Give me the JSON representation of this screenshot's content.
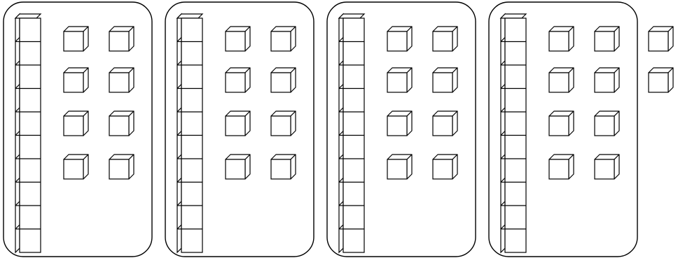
{
  "groups": [
    {
      "tens_rods": 1,
      "ones_cubes": 8
    },
    {
      "tens_rods": 1,
      "ones_cubes": 8
    },
    {
      "tens_rods": 1,
      "ones_cubes": 8
    },
    {
      "tens_rods": 1,
      "ones_cubes": 8
    }
  ],
  "extra_ones_outside": 2,
  "units_per_rod": 10,
  "colors": {
    "background": "#ffffff",
    "stroke": "#000000",
    "fill": "#ffffff"
  }
}
